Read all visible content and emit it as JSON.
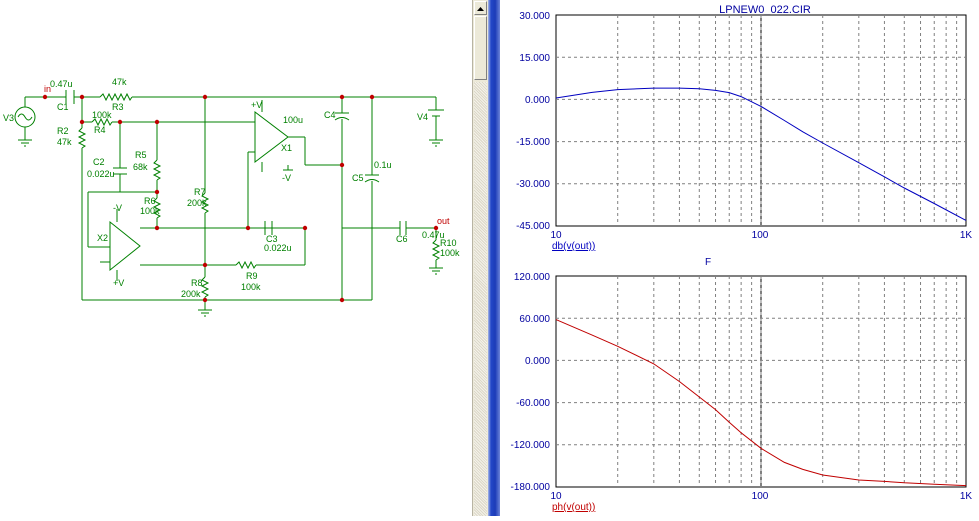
{
  "schematic": {
    "labels": {
      "c1_val": "0.47u",
      "c1": "C1",
      "in": "in",
      "r3_val": "47k",
      "r3": "R3",
      "v3": "V3",
      "r4_val": "100k",
      "r4": "R4",
      "r2": "R2",
      "r2_val": "47k",
      "c2": "C2",
      "c2_val": "0.022u",
      "r5": "R5",
      "r5_val": "68k",
      "r6": "R6",
      "r6_val": "100k",
      "r7": "R7",
      "r7_val": "200k",
      "plus_v1": "+V",
      "val_100u": "100u",
      "x1": "X1",
      "minus_v1": "-V",
      "c4": "C4",
      "v4": "V4",
      "c5": "C5",
      "c5_val": "0.1u",
      "minus_v2": "-V",
      "x2": "X2",
      "plus_v2": "+V",
      "c3": "C3",
      "c3_val": "0.022u",
      "c6": "C6",
      "out": "out",
      "c6_val": "0.47u",
      "r10": "R10",
      "r10_val": "100k",
      "r9": "R9",
      "r9_val": "100k",
      "r8": "R8",
      "r8_val": "200k"
    }
  },
  "plot_top": {
    "title": "LPNEW0_022.CIR",
    "y_ticks": [
      "30.000",
      "15.000",
      "0.000",
      "-15.000",
      "-30.000",
      "-45.000"
    ],
    "x_ticks": [
      "10",
      "100",
      "1K"
    ],
    "trace_label": "db(v(out))",
    "trace_color": "#0000c0",
    "x_label": "F"
  },
  "plot_bottom": {
    "y_ticks": [
      "120.000",
      "60.000",
      "0.000",
      "-60.000",
      "-120.000",
      "-180.000"
    ],
    "x_ticks": [
      "10",
      "100",
      "1K"
    ],
    "trace_label": "ph(v(out))",
    "trace_color": "#c00000"
  },
  "chart_data": [
    {
      "type": "line",
      "xscale": "log",
      "xlim": [
        10,
        1000
      ],
      "ylim": [
        -45,
        30
      ],
      "title": "LPNEW0_022.CIR",
      "xlabel": "F",
      "ylabel": "db(v(out))",
      "grid": true,
      "series": [
        {
          "name": "db(v(out))",
          "x": [
            10,
            15,
            20,
            30,
            40,
            50,
            60,
            70,
            80,
            100,
            130,
            160,
            200,
            300,
            400,
            500,
            700,
            1000
          ],
          "y": [
            0.5,
            2.5,
            3.5,
            4.0,
            4.0,
            3.8,
            3.2,
            2.4,
            1.0,
            -2.5,
            -7.5,
            -11.5,
            -15.5,
            -22.5,
            -27.5,
            -31.5,
            -37.0,
            -43.0
          ]
        }
      ]
    },
    {
      "type": "line",
      "xscale": "log",
      "xlim": [
        10,
        1000
      ],
      "ylim": [
        -180,
        120
      ],
      "xlabel": "F",
      "ylabel": "ph(v(out))",
      "grid": true,
      "series": [
        {
          "name": "ph(v(out))",
          "x": [
            10,
            15,
            20,
            30,
            40,
            50,
            60,
            70,
            80,
            100,
            130,
            160,
            200,
            300,
            400,
            500,
            700,
            1000
          ],
          "y": [
            58,
            36,
            20,
            -5,
            -30,
            -52,
            -70,
            -88,
            -103,
            -125,
            -145,
            -155,
            -163,
            -170,
            -172,
            -174,
            -176,
            -178
          ]
        }
      ]
    }
  ]
}
